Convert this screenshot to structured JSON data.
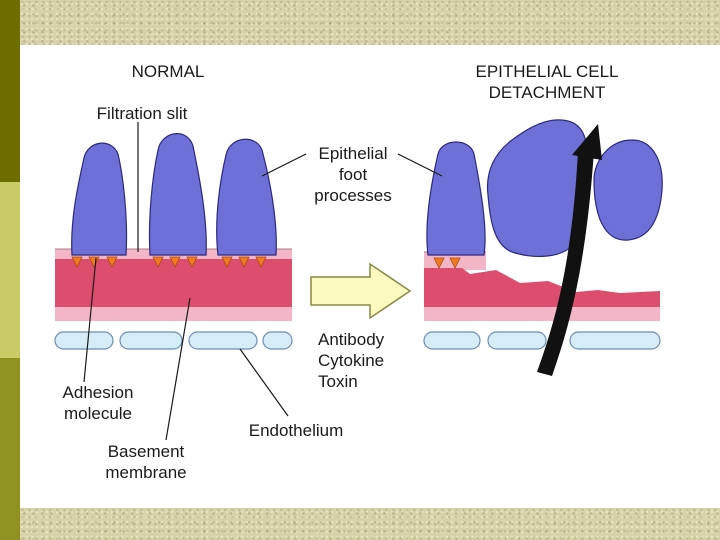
{
  "titles": {
    "normal": "NORMAL",
    "detachment_line1": "EPITHELIAL CELL",
    "detachment_line2": "DETACHMENT"
  },
  "labels": {
    "filtration_slit": "Filtration slit",
    "epithelial_line1": "Epithelial",
    "epithelial_line2": "foot",
    "epithelial_line3": "processes",
    "antibody": "Antibody",
    "cytokine": "Cytokine",
    "toxin": "Toxin",
    "adhesion_line1": "Adhesion",
    "adhesion_line2": "molecule",
    "basement_line1": "Basement",
    "basement_line2": "membrane",
    "endothelium": "Endothelium"
  },
  "colors": {
    "epithelial_cell": "#6f6fd8",
    "basement_membrane_dark": "#dd4e6e",
    "basement_membrane_light": "#f2b6c6",
    "endothelium": "#d6ecf6",
    "adhesion_molecule": "#f07a22",
    "transition_arrow": "#fbf9bf",
    "slide_dark_olive": "#6f6d00",
    "slide_light_olive": "#c9cc66"
  }
}
